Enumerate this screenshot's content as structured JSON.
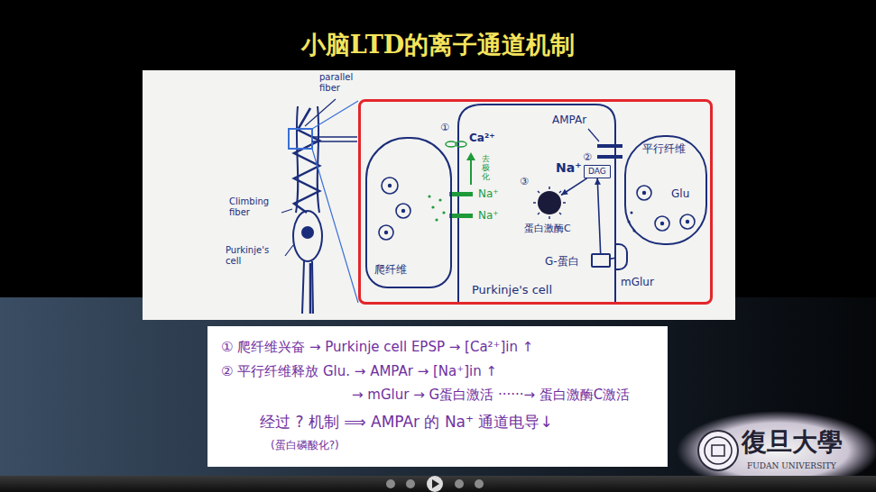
{
  "diagram": {
    "title": "小脑LTD的离子通道机制",
    "nodes": [
      {
        "text": [
          "Purkinje's cell"
        ]
      },
      {
        "text": [
          "爬纤维"
        ],
        "in": 0
      },
      {
        "text": [
          "平行纤维",
          "Glu"
        ],
        "in": 0
      },
      {
        "text": [
          "蛋白激酶C"
        ],
        "in": 0
      },
      {
        "text": [
          "G-蛋白"
        ],
        "in": 0
      },
      {
        "text": [
          "mGlur"
        ],
        "in": 0
      },
      {
        "text": [
          "DAG"
        ],
        "in": 0
      },
      {
        "text": [
          "① 爬纤维兴奋 → Purkinje cell EPSP → [Ca²⁺]in ↑",
          "② 平行纤维释放 Glu. → AMPAr → [Na⁺]in ↑",
          "→ mGlur → G蛋白激活 ······→ 蛋白激酶C激活",
          "经过 ? 机制 ⟹ AMPAr 的 Na⁺ 通道电导↓",
          "(蛋白磷酸化?)"
        ]
      }
    ],
    "edges": [
      {
        "from": 5,
        "to": 4,
        "arrow": "none"
      },
      {
        "from": 4,
        "to": 6,
        "arrow": "to"
      },
      {
        "from": 6,
        "to": 3,
        "arrow": "to"
      }
    ],
    "labels": [
      "parallel fiber",
      "Climbing fiber",
      "Purkinje's cell",
      "①",
      "Ca²⁺",
      "去极化",
      "Na⁺",
      "Na⁺",
      "AMPAr",
      "Na⁺",
      "②",
      "③",
      "復旦大學",
      "FUDAN UNIVERSITY"
    ]
  }
}
